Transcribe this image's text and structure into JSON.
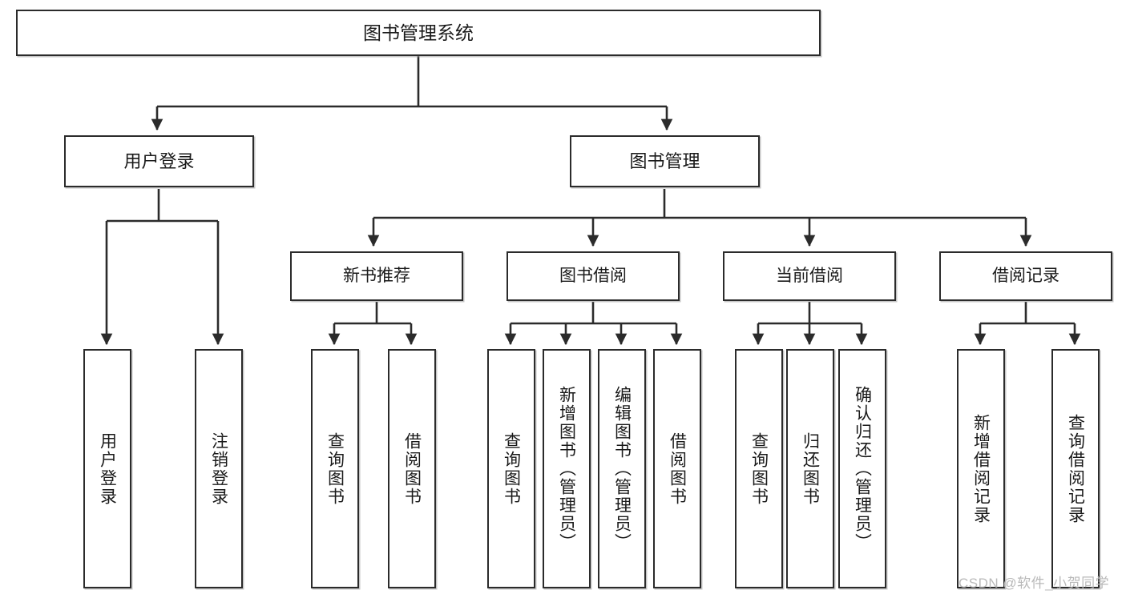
{
  "diagram": {
    "type": "hierarchy-tree",
    "title": "图书管理系统",
    "style": {
      "box_stroke": "#2b2b2b",
      "box_fill": "#ffffff",
      "edge_color": "#2b2b2b",
      "background": "#ffffff",
      "watermark_color": "#b9b9b9"
    },
    "root": {
      "label": "图书管理系统"
    },
    "level1": [
      {
        "id": "user-login",
        "label": "用户登录"
      },
      {
        "id": "book-management",
        "label": "图书管理"
      }
    ],
    "level2": [
      {
        "id": "new-book-recommend",
        "label": "新书推荐"
      },
      {
        "id": "book-borrow",
        "label": "图书借阅"
      },
      {
        "id": "current-borrow",
        "label": "当前借阅"
      },
      {
        "id": "borrow-record",
        "label": "借阅记录"
      }
    ],
    "leaves": {
      "user-login": [
        {
          "id": "leaf-user-login",
          "label": "用户登录"
        },
        {
          "id": "leaf-logout-login",
          "label": "注销登录"
        }
      ],
      "new-book-recommend": [
        {
          "id": "leaf-query-book-1",
          "label": "查询图书"
        },
        {
          "id": "leaf-borrow-book-1",
          "label": "借阅图书"
        }
      ],
      "book-borrow": [
        {
          "id": "leaf-query-book-2",
          "label": "查询图书"
        },
        {
          "id": "leaf-add-book",
          "label": "新增图书（管理员）"
        },
        {
          "id": "leaf-edit-book",
          "label": "编辑图书（管理员）"
        },
        {
          "id": "leaf-borrow-book-2",
          "label": "借阅图书"
        }
      ],
      "current-borrow": [
        {
          "id": "leaf-query-book-3",
          "label": "查询图书"
        },
        {
          "id": "leaf-return-book",
          "label": "归还图书"
        },
        {
          "id": "leaf-confirm-return",
          "label": "确认归还（管理员）"
        }
      ],
      "borrow-record": [
        {
          "id": "leaf-add-record",
          "label": "新增借阅记录"
        },
        {
          "id": "leaf-query-record",
          "label": "查询借阅记录"
        }
      ]
    },
    "watermark": "CSDN @软件_小贺同学"
  }
}
